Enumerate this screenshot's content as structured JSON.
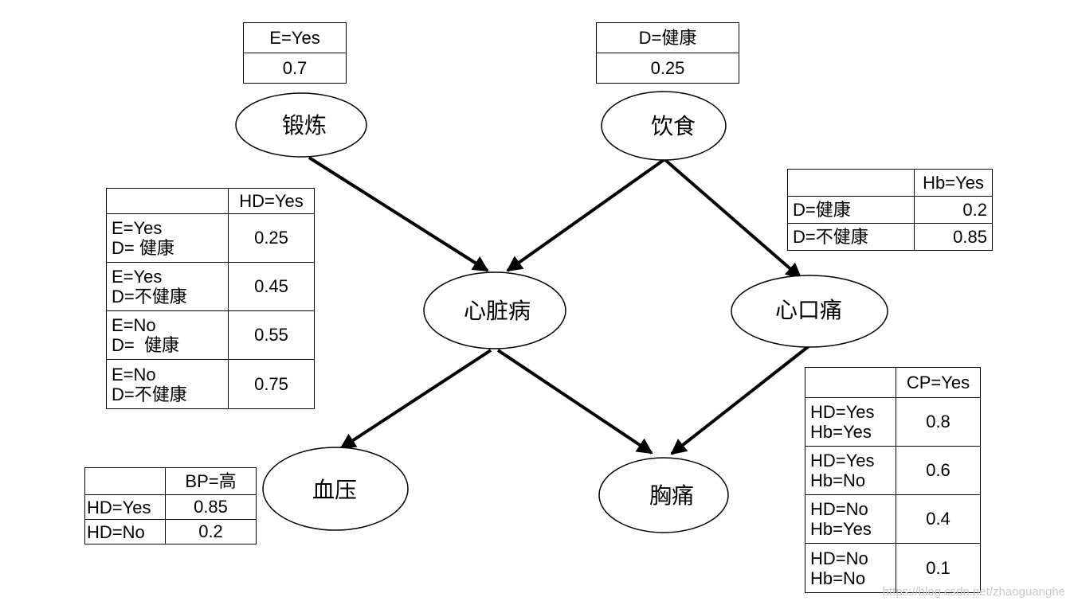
{
  "nodes": {
    "exercise": "锻炼",
    "diet": "饮食",
    "heart_disease": "心脏病",
    "heartburn": "心口痛",
    "blood_pressure": "血压",
    "chest_pain": "胸痛"
  },
  "cpt_exercise": {
    "header": "E=Yes",
    "value": "0.7"
  },
  "cpt_diet": {
    "header": "D=健康",
    "value": "0.25"
  },
  "cpt_heart_disease": {
    "header": "HD=Yes",
    "rows": [
      {
        "line1": "E=Yes",
        "line2": "D= 健康",
        "value": "0.25"
      },
      {
        "line1": "E=Yes",
        "line2": "D=不健康",
        "value": "0.45"
      },
      {
        "line1": "E=No",
        "line2": "D=  健康",
        "value": "0.55"
      },
      {
        "line1": "E=No",
        "line2": "D=不健康",
        "value": "0.75"
      }
    ]
  },
  "cpt_heartburn": {
    "header": "Hb=Yes",
    "rows": [
      {
        "cond": "D=健康",
        "value": "0.2"
      },
      {
        "cond": "D=不健康",
        "value": "0.85"
      }
    ]
  },
  "cpt_blood_pressure": {
    "header": "BP=高",
    "rows": [
      {
        "cond": "HD=Yes",
        "value": "0.85"
      },
      {
        "cond": "HD=No",
        "value": "0.2"
      }
    ]
  },
  "cpt_chest_pain": {
    "header": "CP=Yes",
    "rows": [
      {
        "line1": "HD=Yes",
        "line2": "Hb=Yes",
        "value": "0.8"
      },
      {
        "line1": "HD=Yes",
        "line2": "Hb=No",
        "value": "0.6"
      },
      {
        "line1": "HD=No",
        "line2": "Hb=Yes",
        "value": "0.4"
      },
      {
        "line1": "HD=No",
        "line2": "Hb=No",
        "value": "0.1"
      }
    ]
  },
  "watermark": "https://blog.csdn.net/zhaoguanghe"
}
